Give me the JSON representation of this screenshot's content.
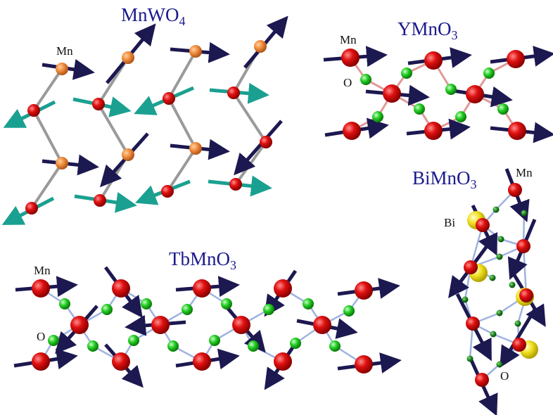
{
  "panels": {
    "mnwo4": {
      "formula_main": "MnWO",
      "formula_sub": "4",
      "label_mn": "Mn"
    },
    "ymno3": {
      "formula_main": "YMnO",
      "formula_sub": "3",
      "label_mn": "Mn",
      "label_o": "O"
    },
    "bimno3": {
      "formula_main": "BiMnO",
      "formula_sub": "3",
      "label_mn": "Mn",
      "label_bi": "Bi",
      "label_o": "O"
    },
    "tbmno3": {
      "formula_main": "TbMnO",
      "formula_sub": "3",
      "label_mn": "Mn",
      "label_o": "O"
    }
  },
  "colors": {
    "title": "#1a1a8c",
    "mn_atom": "#e01010",
    "mn_atom_mnwo4_alt": "#f08c3c",
    "o_atom": "#22cc22",
    "bi_atom": "#f0e020",
    "spin_dark": "#1c1850",
    "spin_teal": "#1aa090"
  }
}
